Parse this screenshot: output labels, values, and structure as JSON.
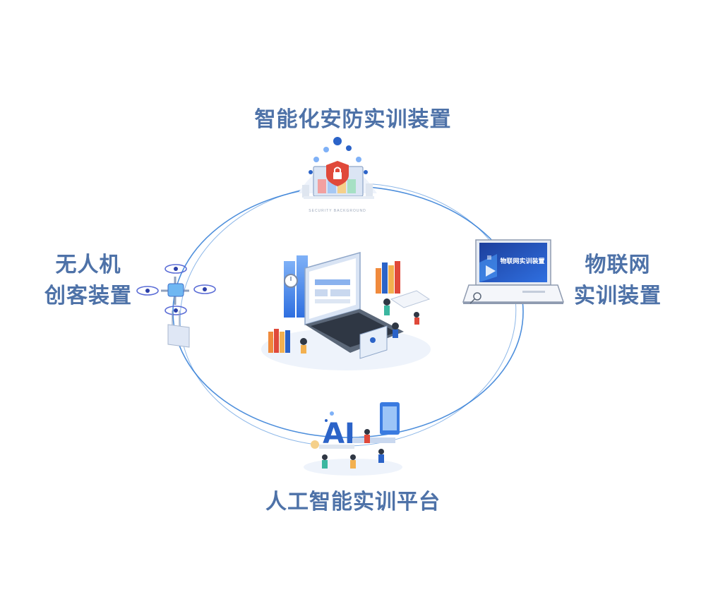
{
  "nodes": {
    "top": {
      "label": "智能化安防实训装置"
    },
    "bottom": {
      "label": "人工智能实训平台"
    },
    "left": {
      "line1": "无人机",
      "line2": "创客装置"
    },
    "right": {
      "line1": "物联网",
      "line2": "实训装置"
    }
  },
  "laptop_screen": {
    "title": "物联网实训装置"
  },
  "security_caption": "SECURITY BACKGROUND",
  "ai_badge": "AI",
  "colors": {
    "label": "#4e72a8",
    "ring": "#2f7bd6",
    "accent_blue": "#2b63c8",
    "accent_orange": "#f08a3c",
    "accent_red": "#e0493a"
  }
}
